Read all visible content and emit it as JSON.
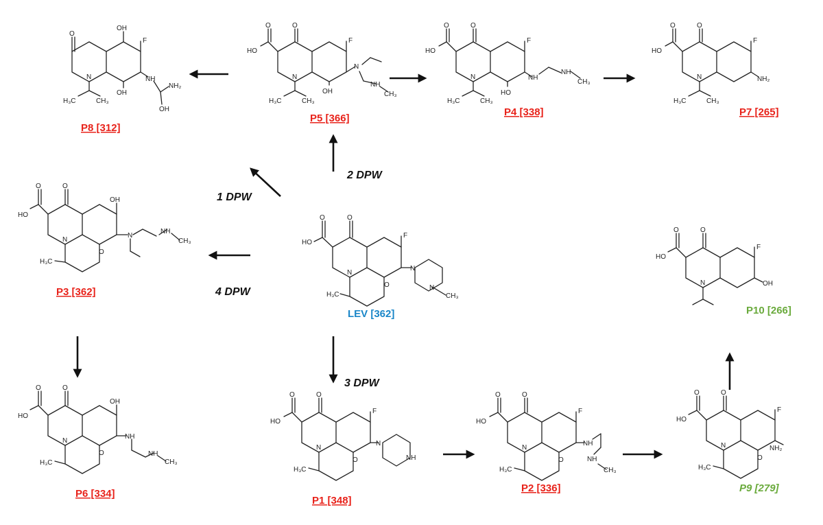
{
  "compounds": {
    "lev": {
      "label": "LEV [362]",
      "color": "#1a86c8"
    },
    "p1": {
      "label": "P1 [348]",
      "color": "#e8231b"
    },
    "p2": {
      "label": "P2 [336]",
      "color": "#e8231b"
    },
    "p3": {
      "label": "P3 [362]",
      "color": "#e8231b"
    },
    "p4": {
      "label": "P4 [338]",
      "color": "#e8231b"
    },
    "p5": {
      "label": "P5 [366]",
      "color": "#e8231b"
    },
    "p6": {
      "label": "P6 [334]",
      "color": "#e8231b"
    },
    "p7": {
      "label": "P7 [265]",
      "color": "#e8231b"
    },
    "p8": {
      "label": "P8 [312]",
      "color": "#e8231b"
    },
    "p9": {
      "label": "P9 [279]",
      "color": "#6aaa3c"
    },
    "p10": {
      "label": "P10 [266]",
      "color": "#6aaa3c"
    }
  },
  "conditions": {
    "dpw1": "1 DPW",
    "dpw2": "2 DPW",
    "dpw3": "3 DPW",
    "dpw4": "4 DPW"
  },
  "atoms": {
    "carboxyl": "HO",
    "fluorine": "F",
    "oxygen": "O",
    "nitrogen": "N",
    "amine": "NH",
    "amine2": "NH₂",
    "hydroxyl": "OH",
    "methyl": "CH₃",
    "methyl_left": "H₃C"
  },
  "icons": [
    "reaction-arrow"
  ]
}
